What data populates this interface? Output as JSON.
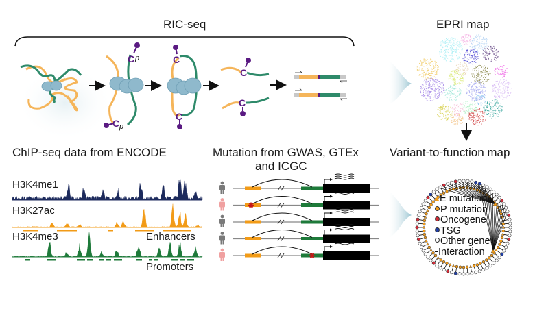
{
  "figure": {
    "ricseq": {
      "title": "RIC-seq",
      "steps": [
        {
          "name": "crosslinked-rna-protein-complex"
        },
        {
          "name": "pcp-labeling"
        },
        {
          "name": "proximity-ligation"
        },
        {
          "name": "chimeric-rna-fragments"
        },
        {
          "name": "sequencing-library"
        }
      ],
      "linker_glyph": "C",
      "phosphate_glyph": "p"
    },
    "epri": {
      "title": "EPRI map",
      "cluster_colors": [
        "#a8eef5",
        "#f4a8e0",
        "#b9d6f5",
        "#5a55d6",
        "#6b4d8a",
        "#f2cd6a",
        "#e9d5b6",
        "#8c8a4e",
        "#f06fe8",
        "#d7e86a",
        "#a88ce8",
        "#9fe8d8",
        "#a7a9f0",
        "#d9bef5",
        "#d9d35a",
        "#f6b8d4",
        "#a9f0c0",
        "#8ec5f0",
        "#3aa79f",
        "#f2b872",
        "#d24a4a"
      ]
    },
    "variant_map": {
      "title": "Variant-to-function map",
      "legend": [
        {
          "label": "E mutation",
          "marker": "triangle",
          "color": "#f29b17"
        },
        {
          "label": "P mutation",
          "marker": "circle",
          "color": "#f29b17"
        },
        {
          "label": "Oncogene",
          "marker": "circle",
          "color": "#d62b37"
        },
        {
          "label": "TSG",
          "marker": "circle",
          "color": "#1f3fa8"
        },
        {
          "label": "Other gene",
          "marker": "circle-open",
          "color": "#ffffff"
        },
        {
          "label": "Interaction",
          "marker": "line",
          "color": "#111111"
        }
      ]
    },
    "chipseq": {
      "title": "ChIP-seq data from ENCODE",
      "tracks": [
        {
          "label": "H3K4me1",
          "color": "#1c2a5c"
        },
        {
          "label": "H3K27ac",
          "color": "#f29b17"
        },
        {
          "label": "H3K4me3",
          "color": "#1e7a3a"
        }
      ],
      "annotations": {
        "enhancers": "Enhancers",
        "promoters": "Promoters"
      }
    },
    "mutation": {
      "title_line1": "Mutation from GWAS, GTEx",
      "title_line2": "and ICGC",
      "rows": [
        {
          "person": "healthy",
          "mutation": "none",
          "transcripts": 3
        },
        {
          "person": "patient",
          "mutation": "enhancer",
          "transcripts": 1
        },
        {
          "person": "healthy",
          "mutation": "none",
          "transcripts": 3
        },
        {
          "person": "healthy",
          "mutation": "none",
          "transcripts": 3
        },
        {
          "person": "patient",
          "mutation": "promoter",
          "transcripts": 1
        }
      ],
      "colors": {
        "healthy": "#7a7a7a",
        "patient": "#f0a0a0",
        "enhancer": "#f29b17",
        "promoter": "#1e7a3a",
        "gene": "#000000",
        "mutation": "#c41818"
      }
    },
    "colors": {
      "rna_a": "#f5b55a",
      "rna_b": "#2e8a6a",
      "protein": "#8fb9cc",
      "linker": "#5a1a82",
      "funnel": "#a9cdd8"
    }
  }
}
